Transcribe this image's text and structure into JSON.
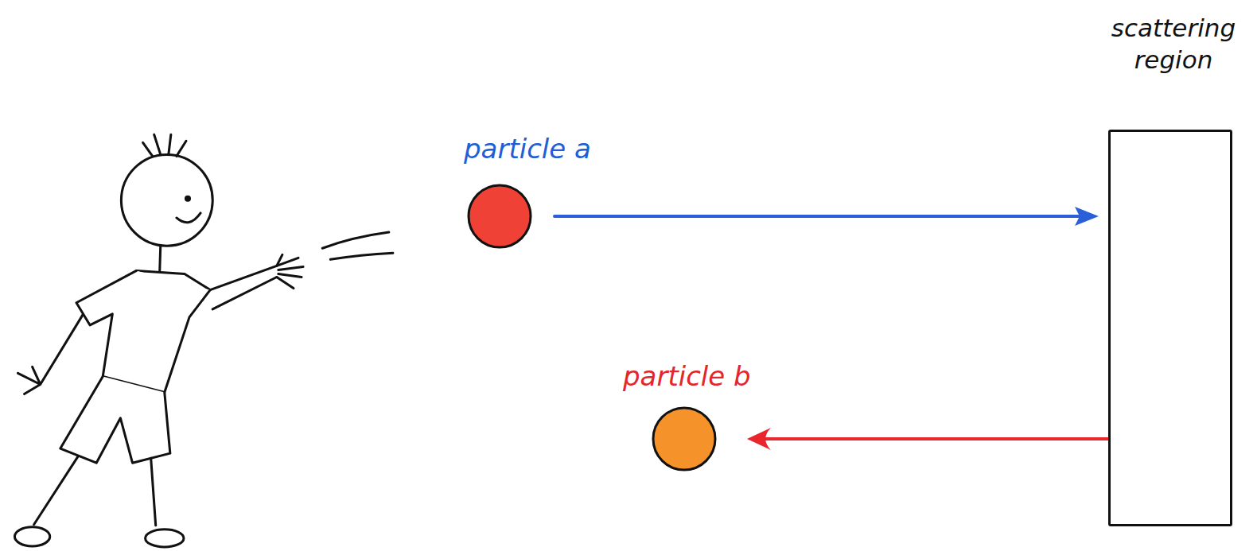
{
  "diagram": {
    "nodes": [
      {
        "text": [
          "scattering region"
        ]
      },
      {
        "text": [
          "particle a"
        ]
      },
      {
        "text": [
          "particle b"
        ]
      }
    ],
    "edges": [
      {
        "from": 1,
        "to": 0,
        "arrow": "to"
      },
      {
        "from": 0,
        "to": 2,
        "arrow": "to"
      }
    ]
  }
}
